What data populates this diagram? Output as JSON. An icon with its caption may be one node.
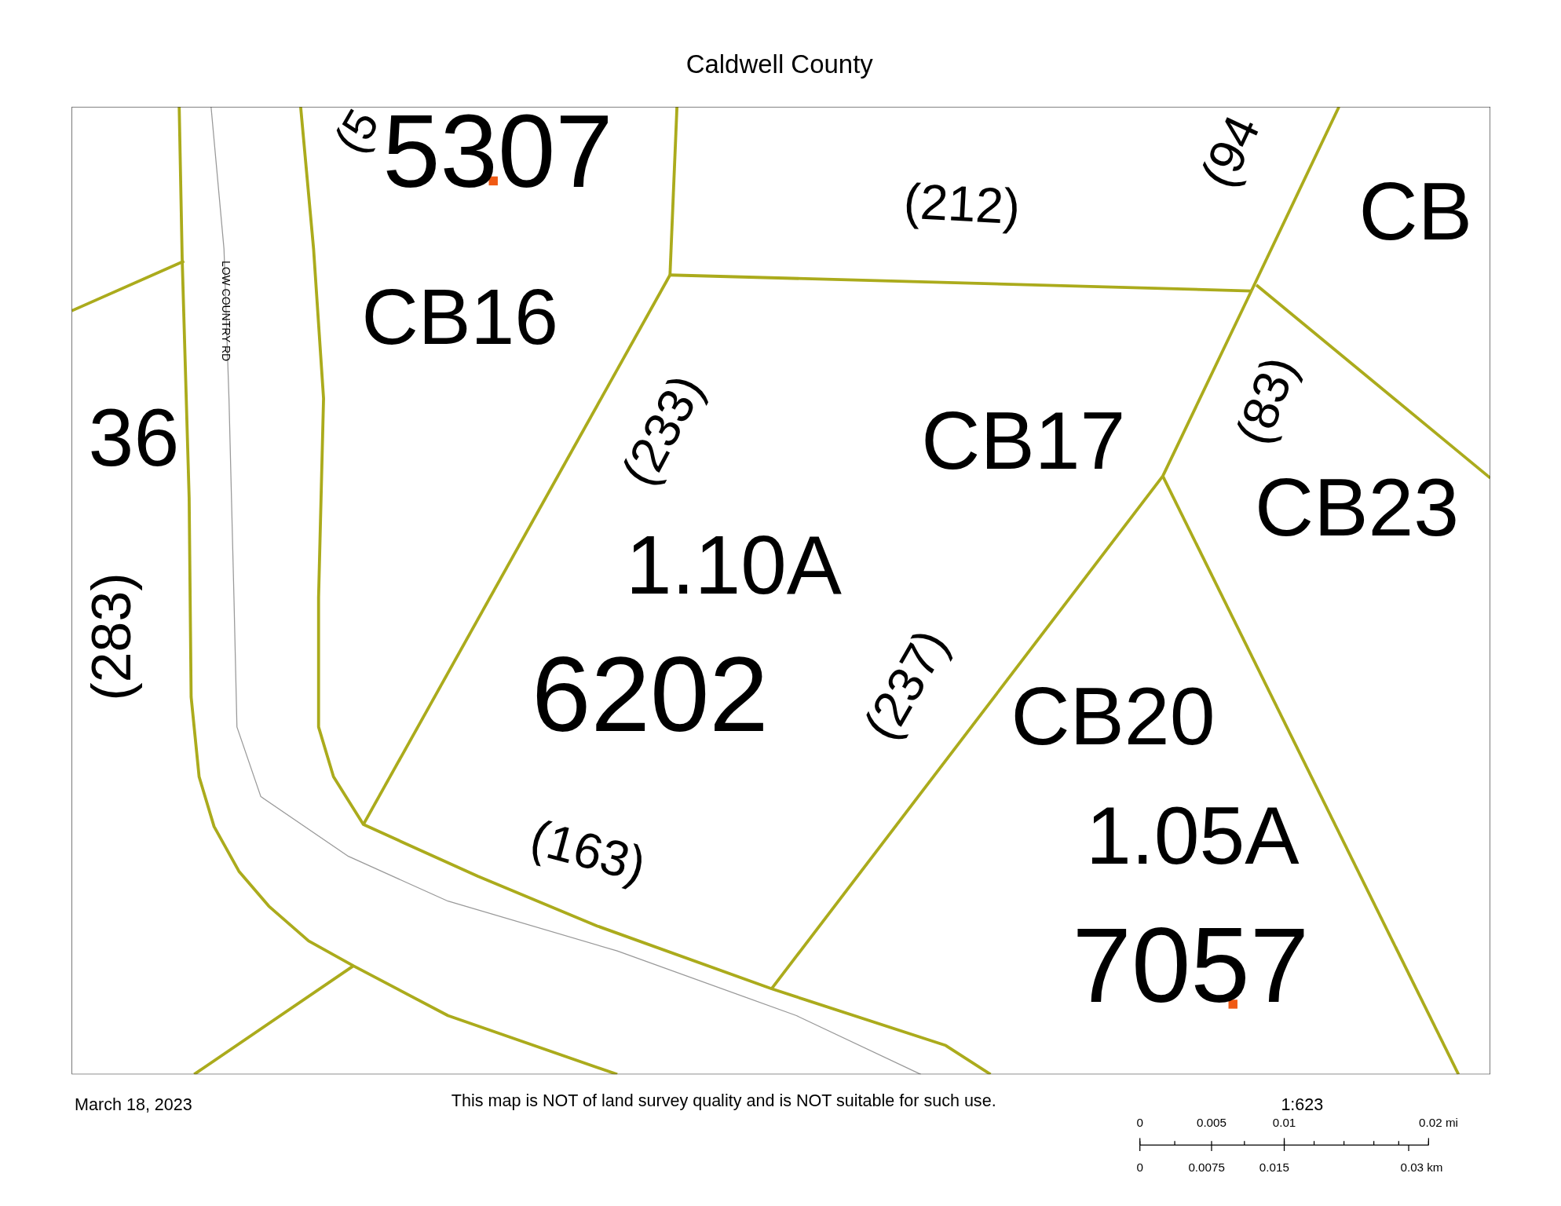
{
  "diagram": {
    "title": "Caldwell County",
    "labels": [
      "(5",
      "5307",
      "(94",
      "(212)",
      "CB",
      "CB16",
      "LOW COUNTRY RD",
      "(233)",
      "(83)",
      "36",
      "CB17",
      "CB23",
      "1.10A",
      "(283)",
      "6202",
      "(237)",
      "CB20",
      "(163)",
      "1.05A",
      "7057",
      "March 18, 2023",
      "This map is NOT of land survey quality and is NOT suitable for such use.",
      "1:623",
      "0",
      "0.005",
      "0.01",
      "0.02 mi",
      "0",
      "0.0075",
      "0.015",
      "0.03 km"
    ]
  }
}
